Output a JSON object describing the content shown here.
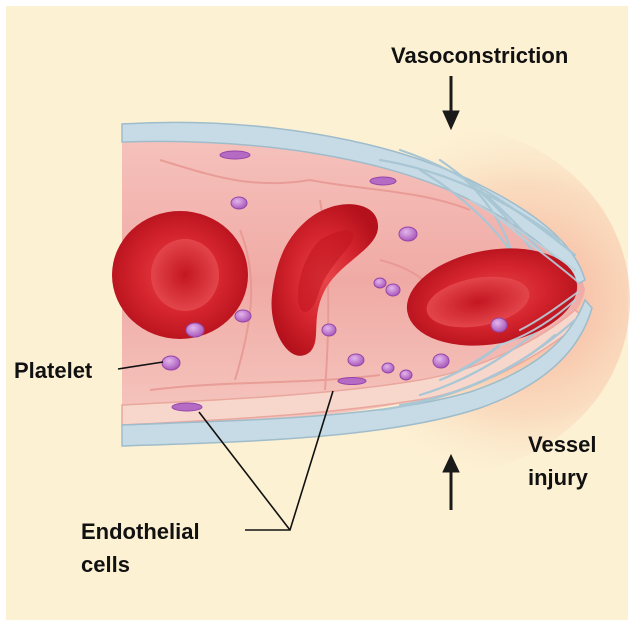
{
  "labels": {
    "vasoconstriction": "Vasoconstriction",
    "platelet": "Platelet",
    "endothelial_line1": "Endothelial",
    "endothelial_line2": "cells",
    "vessel_line1": "Vessel",
    "vessel_line2": "injury"
  },
  "colors": {
    "background": "#fdf1d4",
    "vessel_wall": "#b9d3df",
    "endothelium": "#f2b3ad",
    "blood_cell": "#d9262f",
    "platelet": "#b56ac4",
    "label_text": "#111111"
  }
}
